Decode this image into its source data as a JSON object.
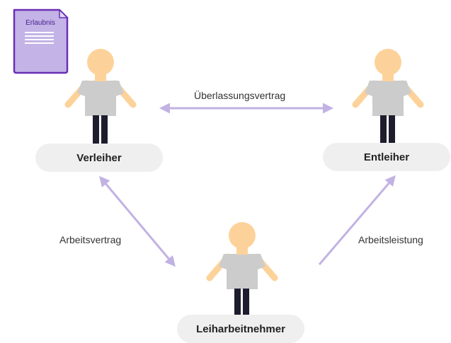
{
  "document": {
    "title": "Erlaubnis",
    "icon": "permit-document-icon",
    "fill": "#c3b3e6",
    "border": "#6a2fb5",
    "text_color": "#4b2391"
  },
  "parties": {
    "verleiher": "Verleiher",
    "entleiher": "Entleiher",
    "leiharbeitnehmer": "Leiharbeitnehmer"
  },
  "relations": {
    "ueberlassungsvertrag": "Überlassungsvertrag",
    "arbeitsvertrag": "Arbeitsvertrag",
    "arbeitsleistung": "Arbeitsleistung"
  },
  "colors": {
    "arrow": "#c2b2e4",
    "skin": "#fdd29a",
    "shirt": "#cccccc",
    "pants": "#1d1d2e",
    "pill": "#efefef"
  }
}
